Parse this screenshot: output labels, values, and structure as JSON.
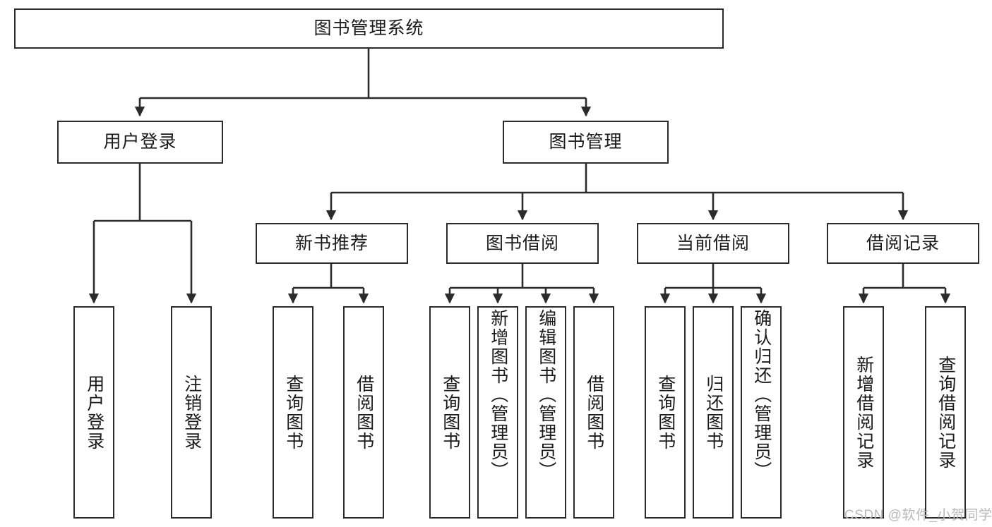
{
  "diagram": {
    "title": "图书管理系统",
    "type": "tree-hierarchy-diagram",
    "root": {
      "label": "图书管理系统"
    },
    "level2": [
      {
        "label": "用户登录"
      },
      {
        "label": "图书管理"
      }
    ],
    "level3": [
      {
        "label": "新书推荐"
      },
      {
        "label": "图书借阅"
      },
      {
        "label": "当前借阅"
      },
      {
        "label": "借阅记录"
      }
    ],
    "leaves": {
      "user_login": [
        {
          "label": "用户登录"
        },
        {
          "label": "注销登录"
        }
      ],
      "new_book_recommend": [
        {
          "label": "查询图书"
        },
        {
          "label": "借阅图书"
        }
      ],
      "book_borrow": [
        {
          "label": "查询图书"
        },
        {
          "label": "新增图书（管理员）"
        },
        {
          "label": "编辑图书（管理员）"
        },
        {
          "label": "借阅图书"
        }
      ],
      "current_borrow": [
        {
          "label": "查询图书"
        },
        {
          "label": "归还图书"
        },
        {
          "label": "确认归还（管理员）"
        }
      ],
      "borrow_record": [
        {
          "label": "新增借阅记录"
        },
        {
          "label": "查询借阅记录"
        }
      ]
    }
  },
  "watermark": {
    "text": "CSDN @软件_小贺同学"
  },
  "colors": {
    "stroke": "#2b2b2b",
    "background": "#ffffff",
    "text": "#1a1a1a",
    "watermark": "#b9b9b9"
  }
}
